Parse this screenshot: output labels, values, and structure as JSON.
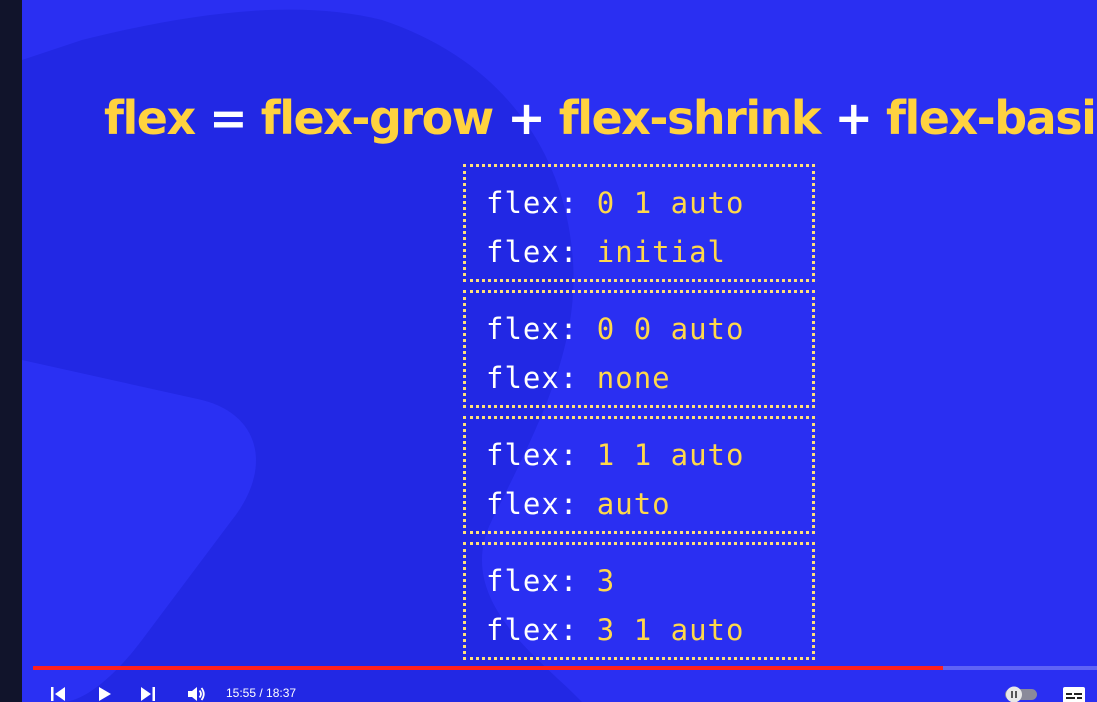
{
  "slide": {
    "title_parts": [
      "flex",
      "=",
      "flex-grow",
      "+",
      "flex-shrink",
      "+",
      "flex-basis"
    ],
    "boxes": [
      {
        "lines": [
          {
            "prop": "flex:",
            "value": "0 1 auto"
          },
          {
            "prop": "flex:",
            "value": "initial"
          }
        ]
      },
      {
        "lines": [
          {
            "prop": "flex:",
            "value": "0 0 auto"
          },
          {
            "prop": "flex:",
            "value": "none"
          }
        ]
      },
      {
        "lines": [
          {
            "prop": "flex:",
            "value": "1 1 auto"
          },
          {
            "prop": "flex:",
            "value": "auto"
          }
        ]
      },
      {
        "lines": [
          {
            "prop": "flex:",
            "value": "3"
          },
          {
            "prop": "flex:",
            "value": "3 1 auto"
          }
        ]
      }
    ]
  },
  "player": {
    "time_display": "15:55 / 18:37",
    "progress": 0.855,
    "icons": [
      "previous-icon",
      "play-icon",
      "next-icon",
      "volume-icon",
      "autoplay-toggle-icon",
      "subtitles-icon"
    ],
    "colors": {
      "progress": "#ff1f1f",
      "accent": "#ffd23f",
      "background": "#2a2ff2"
    }
  }
}
